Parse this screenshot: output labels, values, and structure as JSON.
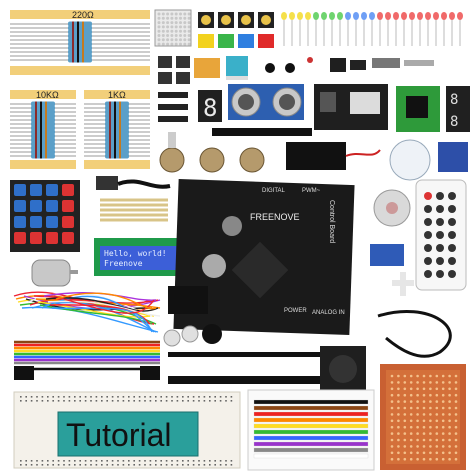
{
  "resistor_labels": {
    "r220": "220Ω",
    "r10k": "10KΩ",
    "r1k": "1KΩ"
  },
  "lcd": {
    "line1": "Hello, world!",
    "line2": "Freenove"
  },
  "board": {
    "brand": "FREENOVE",
    "label_digital": "DIGITAL",
    "label_pwm": "PWM~",
    "label_control": "Control Board",
    "label_power": "POWER",
    "label_analog": "ANALOG IN"
  },
  "tutorial_label": "Tutorial",
  "colors": {
    "resistor_strip": "#f2cf7a",
    "board": "#1a1a1a",
    "lcd_screen": "#3c5fd8",
    "breadboard": "#f4f1ea",
    "pcb": "#d4703a",
    "tutorial_box": "#2a9f9b"
  }
}
